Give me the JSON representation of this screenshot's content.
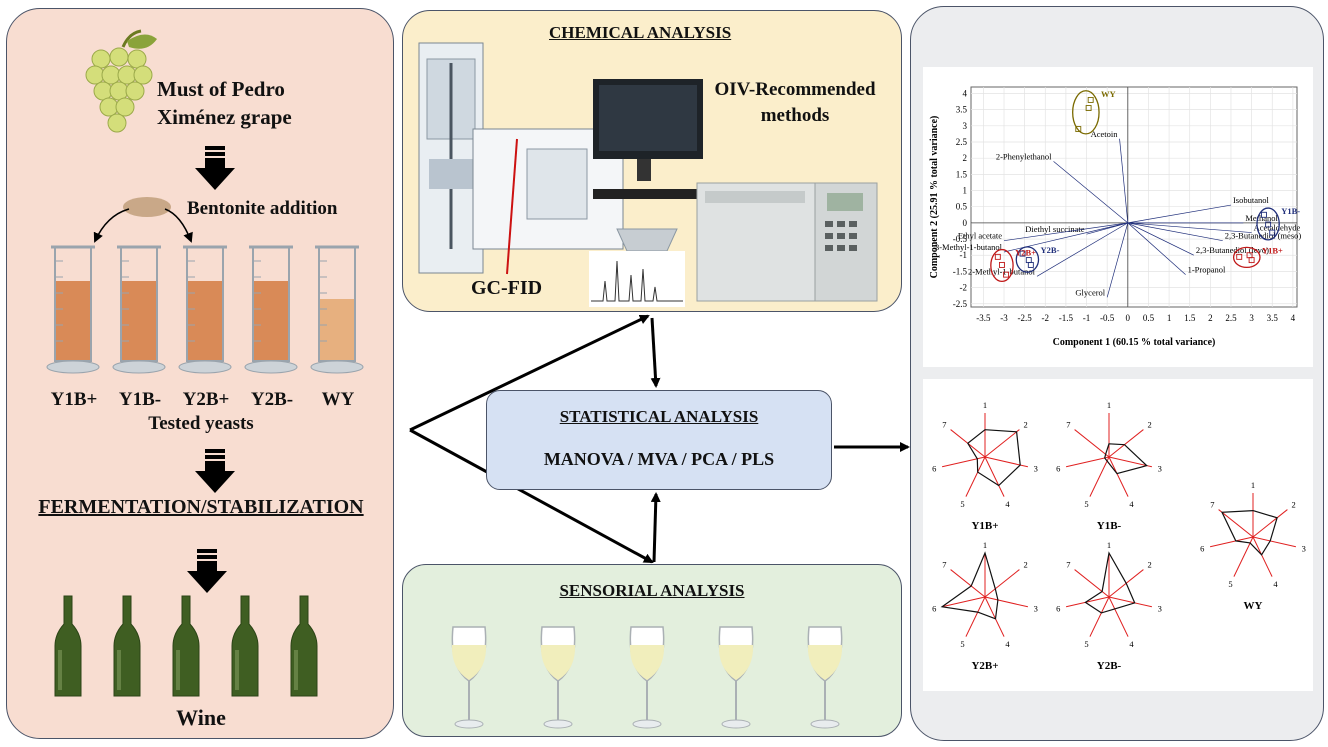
{
  "left": {
    "must_line1": "Must of Pedro",
    "must_line2": "Ximénez grape",
    "bentonite": "Bentonite addition",
    "yeasts": [
      "Y1B+",
      "Y1B-",
      "Y2B+",
      "Y2B-",
      "WY"
    ],
    "tested_yeasts": "Tested yeasts",
    "fermentation": "FERMENTATION/STABILIZATION",
    "wine": "Wine"
  },
  "chemical": {
    "title": "CHEMICAL ANALYSIS",
    "oiv_line1": "OIV-Recommended",
    "oiv_line2": "methods",
    "gcfid": "GC-FID"
  },
  "statistical": {
    "title": "STATISTICAL ANALYSIS",
    "methods": "MANOVA / MVA / PCA / PLS"
  },
  "sensorial": {
    "title": "SENSORIAL ANALYSIS"
  },
  "colors": {
    "left_bg": "#f8ddd1",
    "chem_bg": "#fbeecb",
    "stat_bg": "#d6e1f3",
    "sens_bg": "#e3efdd",
    "right_bg": "#ecedef",
    "wine_liquid": "#d98a57",
    "bottle": "#3f5e22",
    "pca_blue": "#1f2e7a",
    "pca_red": "#c01818"
  },
  "chart_data": [
    {
      "type": "scatter",
      "xlabel": "Component 1 (60.15 % total variance)",
      "ylabel": "Component 2 (25.91 % total variance)",
      "xlim": [
        -3.8,
        4.1
      ],
      "ylim": [
        -2.6,
        4.2
      ],
      "xticks": [
        "-3.5",
        "-3",
        "-2.5",
        "-2",
        "-1.5",
        "-1",
        "-0.5",
        "0",
        "0.5",
        "1",
        "1.5",
        "2",
        "2.5",
        "3",
        "3.5",
        "4"
      ],
      "yticks": [
        "4",
        "3.5",
        "3",
        "2.5",
        "2",
        "1.5",
        "1",
        "0.5",
        "0",
        "-0.5",
        "-1",
        "-1.5",
        "-2",
        "-2.5"
      ],
      "xtick_values": [
        -3.5,
        -3,
        -2.5,
        -2,
        -1.5,
        -1,
        -0.5,
        0,
        0.5,
        1,
        1.5,
        2,
        2.5,
        3,
        3.5,
        4
      ],
      "ytick_values": [
        4,
        3.5,
        3,
        2.5,
        2,
        1.5,
        1,
        0.5,
        0,
        -0.5,
        -1,
        -1.5,
        -2,
        -2.5
      ],
      "grid": true,
      "loadings": [
        {
          "label": "Acetoin",
          "x": -0.2,
          "y": 2.6
        },
        {
          "label": "2-Phenylethanol",
          "x": -1.8,
          "y": 1.9
        },
        {
          "label": "Isobutanol",
          "x": 2.5,
          "y": 0.55
        },
        {
          "label": "Methanol",
          "x": 2.8,
          "y": 0.0
        },
        {
          "label": "Acetaldehyde",
          "x": 3.0,
          "y": -0.3
        },
        {
          "label": "2,3-Butanediol (meso)",
          "x": 2.3,
          "y": -0.55
        },
        {
          "label": "2,3-Butanediol (levo)",
          "x": 1.6,
          "y": -1.0
        },
        {
          "label": "1-Propanol",
          "x": 1.4,
          "y": -1.6
        },
        {
          "label": "Diethyl succinate",
          "x": -1.0,
          "y": -0.35
        },
        {
          "label": "Ethyl acetate",
          "x": -3.0,
          "y": -0.55
        },
        {
          "label": "3-Methyl-1-butanol",
          "x": -3.0,
          "y": -0.9
        },
        {
          "label": "2-Methyl-1-butanol",
          "x": -2.2,
          "y": -1.65
        },
        {
          "label": "Glycerol",
          "x": -0.5,
          "y": -2.3
        }
      ],
      "groups": [
        {
          "name": "WY",
          "color": "#7a6a00",
          "points": [
            [
              -0.9,
              3.8
            ],
            [
              -0.95,
              3.55
            ],
            [
              -1.2,
              2.9
            ]
          ]
        },
        {
          "name": "Y1B-",
          "color": "#1f2e7a",
          "points": [
            [
              3.3,
              0.25
            ],
            [
              3.4,
              -0.05
            ],
            [
              3.5,
              -0.3
            ]
          ]
        },
        {
          "name": "Y1B+",
          "color": "#c01818",
          "points": [
            [
              2.7,
              -1.05
            ],
            [
              2.95,
              -1.0
            ],
            [
              3.0,
              -1.15
            ]
          ]
        },
        {
          "name": "Y2B-",
          "color": "#1f2e7a",
          "points": [
            [
              -2.55,
              -0.95
            ],
            [
              -2.4,
              -1.15
            ],
            [
              -2.35,
              -1.3
            ]
          ]
        },
        {
          "name": "Y2B+",
          "color": "#c01818",
          "points": [
            [
              -3.15,
              -1.05
            ],
            [
              -3.05,
              -1.3
            ],
            [
              -2.95,
              -1.6
            ]
          ]
        }
      ]
    },
    {
      "type": "radar",
      "axes": [
        "1",
        "2",
        "3",
        "4",
        "5",
        "6",
        "7"
      ],
      "profiles": [
        {
          "name": "Y1B+",
          "values": [
            0.62,
            0.92,
            0.82,
            0.72,
            0.38,
            0.18,
            0.5
          ]
        },
        {
          "name": "Y1B-",
          "values": [
            0.3,
            0.45,
            0.88,
            0.42,
            0.1,
            0.1,
            0.1
          ]
        },
        {
          "name": "Y2B+",
          "values": [
            1.0,
            0.3,
            0.3,
            0.55,
            0.38,
            1.0,
            0.4
          ]
        },
        {
          "name": "Y2B-",
          "values": [
            1.0,
            0.5,
            0.6,
            0.3,
            0.4,
            0.55,
            0.2
          ]
        },
        {
          "name": "WY",
          "values": [
            0.6,
            0.7,
            0.4,
            0.45,
            0.15,
            0.4,
            0.9
          ]
        }
      ]
    }
  ]
}
